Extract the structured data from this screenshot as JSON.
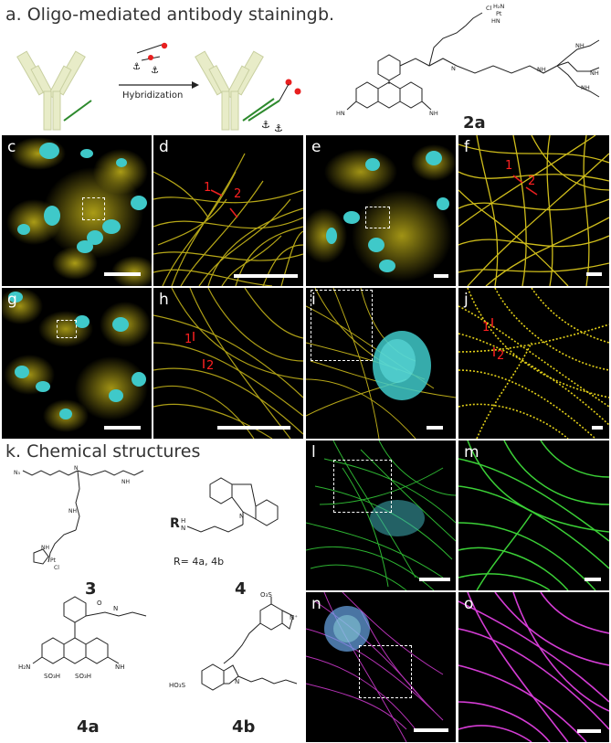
{
  "section_a": {
    "title": "a. Oligo-mediated antibody staining",
    "arrow_label": "Hybridization"
  },
  "section_b": {
    "label": "b.",
    "compound": "2a"
  },
  "section_k": {
    "title": "k. Chemical structures",
    "r_note": "R= 4a, 4b",
    "compounds": [
      "3",
      "4",
      "4a",
      "4b"
    ]
  },
  "panels": {
    "c": "c",
    "d": "d",
    "e": "e",
    "f": "f",
    "g": "g",
    "h": "h",
    "i": "i",
    "j": "j",
    "l": "l",
    "m": "m",
    "n": "n",
    "o": "o"
  },
  "line_marks": {
    "one": "1",
    "two": "2"
  },
  "colors": {
    "microtubule_yellow": "#e6d21e",
    "nucleus_cyan": "#3fc9c9",
    "green": "#35d23a",
    "magenta": "#d53bd5",
    "antibody_fill": "#e8ecc8",
    "marker_red": "#e81f1f",
    "oligo_green": "#2d8a2d"
  }
}
